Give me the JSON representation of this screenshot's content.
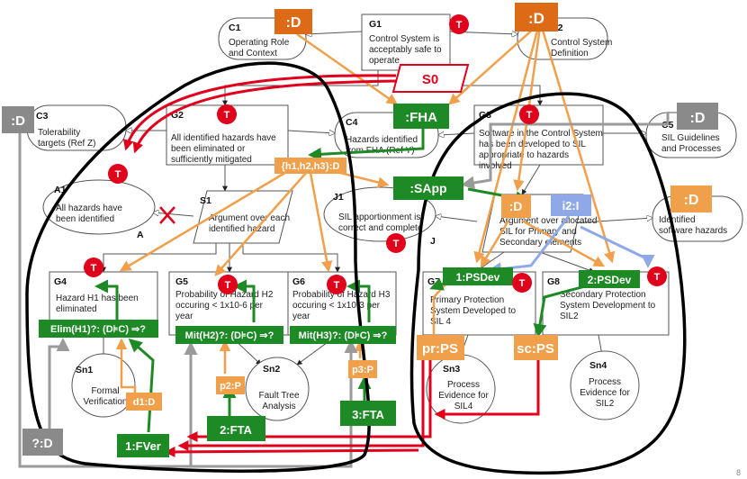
{
  "colors": {
    "orange": "#f0a04b",
    "dark_orange": "#dd6a17",
    "green": "#1e8a26",
    "gray": "#9a9a9a",
    "light_blue": "#8fa8e8",
    "red": "#e0001b",
    "black": "#000000"
  },
  "nodes": {
    "g1": {
      "title": "G1",
      "lines": [
        "Control System is",
        "acceptably safe to",
        "operate"
      ]
    },
    "c1": {
      "title": "C1",
      "lines": [
        "Operating Role",
        "and Context"
      ]
    },
    "c2": {
      "title": "C2",
      "lines": [
        "Control System",
        "Definition"
      ]
    },
    "c3": {
      "title": "C3",
      "lines": [
        "Tolerability",
        "targets (Ref Z)"
      ]
    },
    "g2": {
      "title": "G2",
      "lines": [
        "All identified hazards have",
        "been eliminated or",
        "sufficiently mitigated"
      ]
    },
    "c4": {
      "title": "C4",
      "lines": [
        "Hazards identified",
        "from FHA (Ref Y)"
      ]
    },
    "g3": {
      "title": "G3",
      "lines": [
        "Software in the Control System",
        "has been developed to SIL",
        "appropriate to hazards",
        "involved"
      ]
    },
    "c5": {
      "title": "C5",
      "lines": [
        "SIL Guidelines",
        "and Processes"
      ]
    },
    "a1": {
      "title": "A1",
      "lines": [
        "All hazards have",
        "been identified"
      ],
      "tag": "A"
    },
    "s1": {
      "title": "S1",
      "lines": [
        "Argument over each",
        "identified hazard"
      ]
    },
    "j1": {
      "title": "J1",
      "lines": [
        "SIL apportionment is",
        "correct and complete"
      ],
      "tag": "J"
    },
    "s2": {
      "title": "S2",
      "lines": [
        "Argument over allocated",
        "SIL for Primary and",
        "Secondary elements"
      ]
    },
    "c6": {
      "title": "C6",
      "lines": [
        "Identified",
        "software hazards"
      ]
    },
    "g4": {
      "title": "G4",
      "lines": [
        "Hazard H1 has been",
        "eliminated"
      ]
    },
    "g5": {
      "title": "G5",
      "lines": [
        "Probability of Hazard H2",
        "occuring < 1x10-6 per",
        "year"
      ]
    },
    "g6": {
      "title": "G6",
      "lines": [
        "Probability of Hazard H3",
        "occuring < 1x10-3 per",
        "year"
      ]
    },
    "g7": {
      "title": "G7",
      "lines": [
        "Primary Protection",
        "System Developed to",
        "SIL 4"
      ]
    },
    "g8": {
      "title": "G8",
      "lines": [
        "Secondary Protection",
        "System Development to",
        "SIL2"
      ]
    },
    "sn1": {
      "title": "Sn1",
      "lines": [
        "Formal",
        "Verification"
      ]
    },
    "sn2": {
      "title": "Sn2",
      "lines": [
        "Fault Tree",
        "Analysis"
      ]
    },
    "sn3": {
      "title": "Sn3",
      "lines": [
        "Process",
        "Evidence for",
        "SIL4"
      ]
    },
    "sn4": {
      "title": "Sn4",
      "lines": [
        "Process",
        "Evidence for",
        "SIL2"
      ]
    }
  },
  "tags": {
    "d_top_left": ":D",
    "d_top_right": ":D",
    "s0": "S0",
    "fha": ":FHA",
    "d_left": ":D",
    "d_right": ":D",
    "h123": "{h1,h2,h3}:D",
    "sapp": ":SApp",
    "d_s2": ":D",
    "i2": "i2:I",
    "d_c6": ":D",
    "elim": "Elim(H1)?: (D⊧C) ⇒?",
    "mit2": "Mit(H2)?: (D⊧C) ⇒?",
    "mit3": "Mit(H3)?: (D⊧C) ⇒?",
    "psdev1": "1:PSDev",
    "psdev2": "2:PSDev",
    "prps": "pr:PS",
    "scps": "sc:PS",
    "d1": "d1:D",
    "p2": "p2:P",
    "p3": "p3:P",
    "fta2": "2:FTA",
    "fta3": "3:FTA",
    "fver": "1:FVer",
    "qd": "?:D"
  },
  "t_marker": "T",
  "page_number": "8"
}
